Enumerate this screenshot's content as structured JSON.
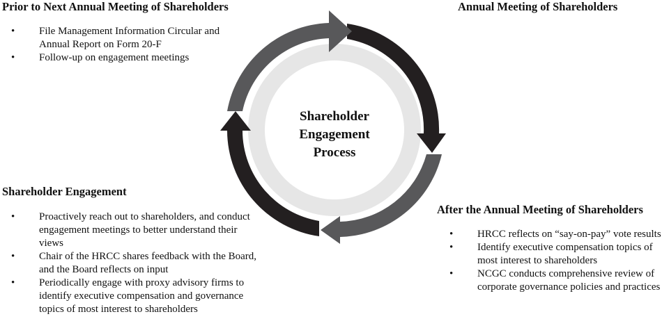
{
  "center": {
    "label": "Shareholder\nEngagement\nProcess"
  },
  "quadrants": {
    "prior": {
      "title": "Prior to Next Annual Meeting of Shareholders",
      "items": [
        "File Management Information Circular and Annual Report on Form 20-F",
        "Follow-up on engagement meetings"
      ]
    },
    "annual": {
      "title": "Annual Meeting of Shareholders"
    },
    "after": {
      "title": "After the Annual Meeting of Shareholders",
      "items": [
        "HRCC reflects on “say-on-pay” vote results",
        "Identify executive compensation topics of most interest to shareholders",
        "NCGC conducts comprehensive review of corporate governance policies and practices"
      ]
    },
    "engagement": {
      "title": "Shareholder Engagement",
      "items": [
        "Proactively reach out to shareholders, and conduct engagement meetings to better understand their views",
        "Chair of the HRCC shares feedback with the Board, and the Board reflects on input",
        "Periodically engage with proxy advisory firms to identify executive compensation and governance topics of most interest to shareholders"
      ]
    }
  },
  "colors": {
    "dark_segment": "#231f20",
    "medium_segment": "#58585a",
    "inner_ring": "#e6e6e6",
    "inner_fill": "#ffffff"
  }
}
